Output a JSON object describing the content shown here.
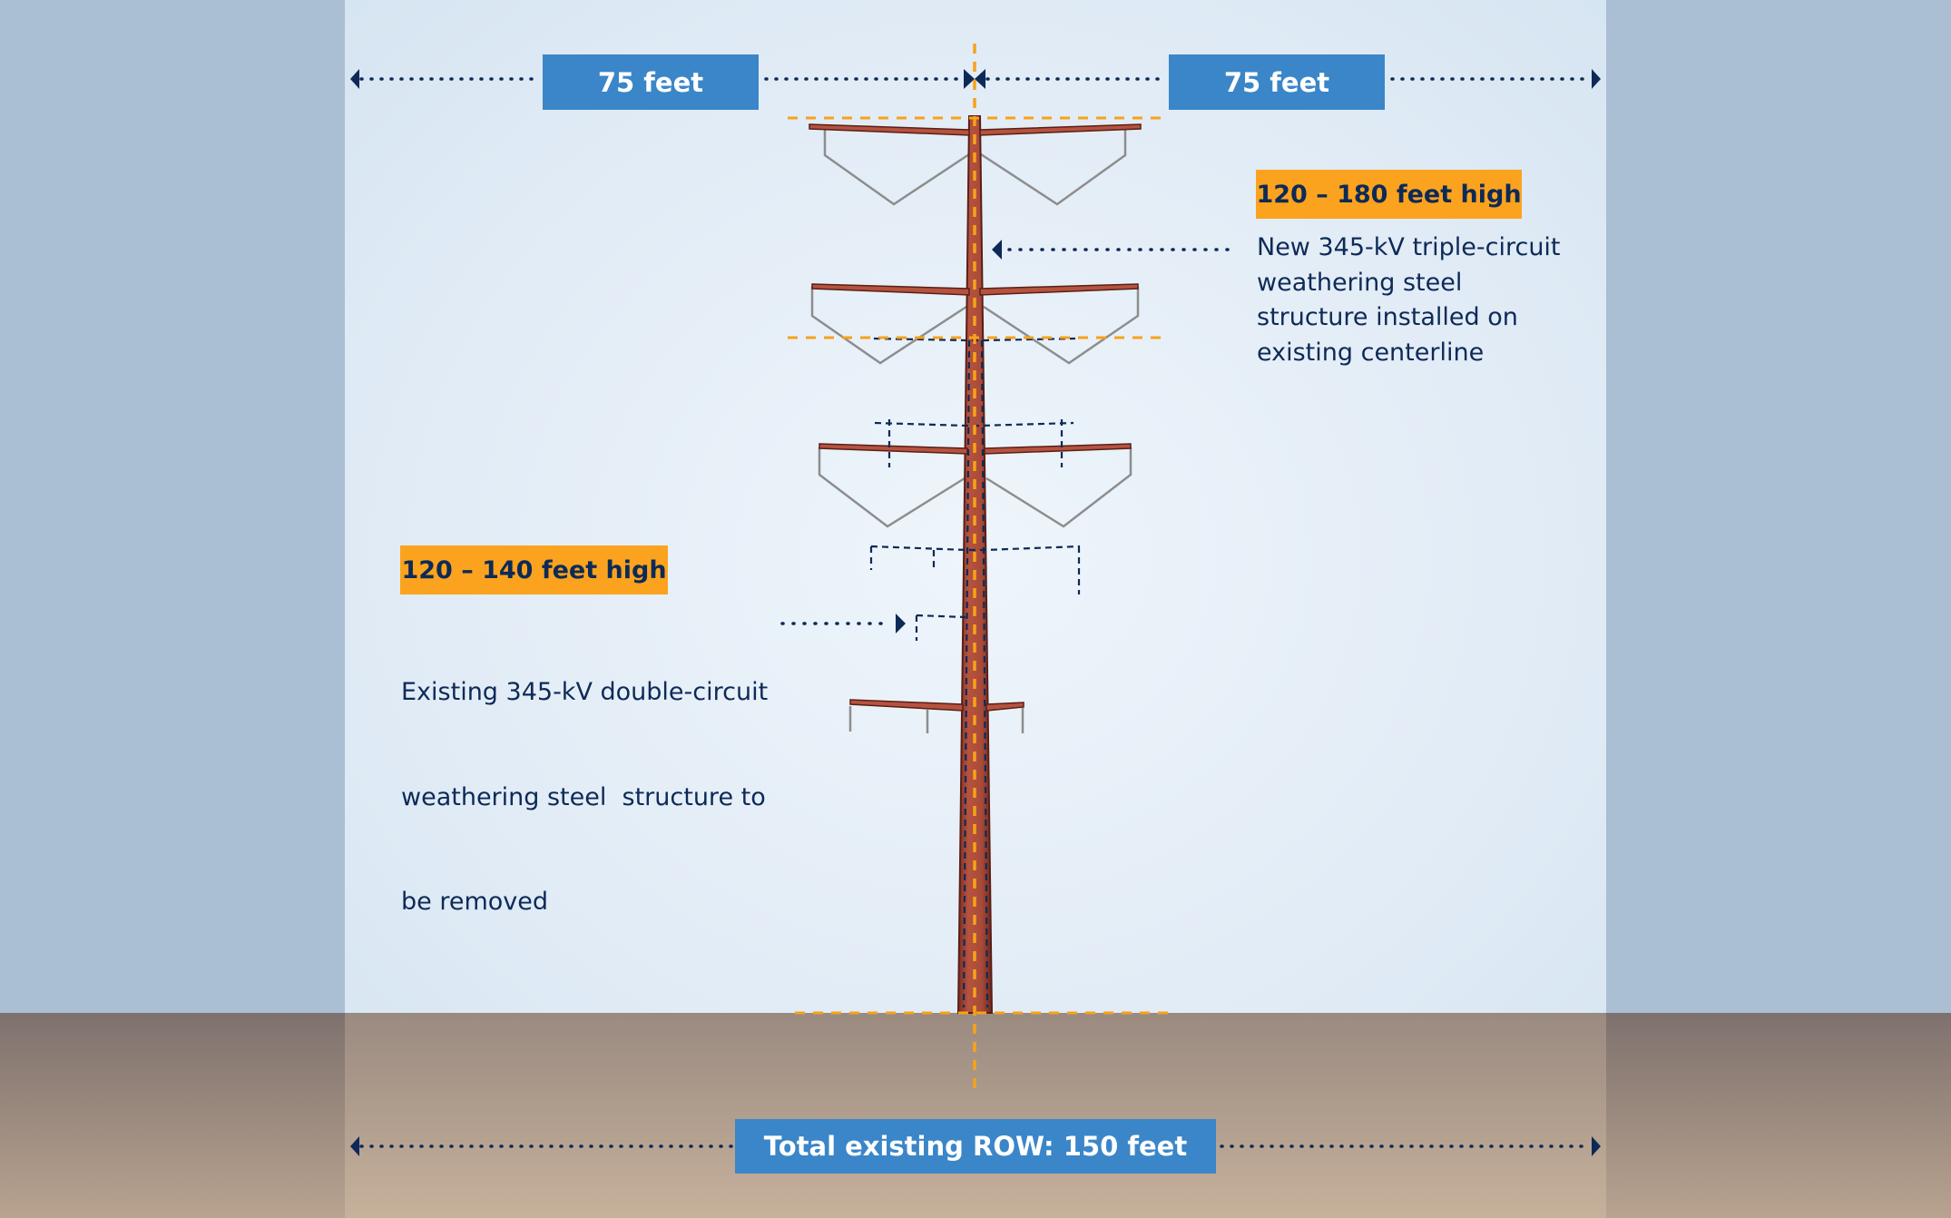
{
  "dimensions": {
    "left_width": "75 feet",
    "right_width": "75 feet",
    "total_row": "Total existing ROW: 150 feet"
  },
  "new_structure": {
    "height_label": "120 – 180 feet high",
    "description": [
      "New 345-kV triple-circuit",
      "weathering steel",
      "structure installed on",
      "existing centerline"
    ]
  },
  "existing_structure": {
    "height_label": "120 – 140 feet high",
    "description": [
      "Existing 345-kV double-circuit",
      "weathering steel  structure to",
      "be removed"
    ]
  },
  "colors": {
    "blue_box": "#3a86c8",
    "orange_box": "#fba31e",
    "navy_text": "#0d2a57",
    "steel": "#b5533f",
    "guide_orange": "#f7a21b"
  }
}
